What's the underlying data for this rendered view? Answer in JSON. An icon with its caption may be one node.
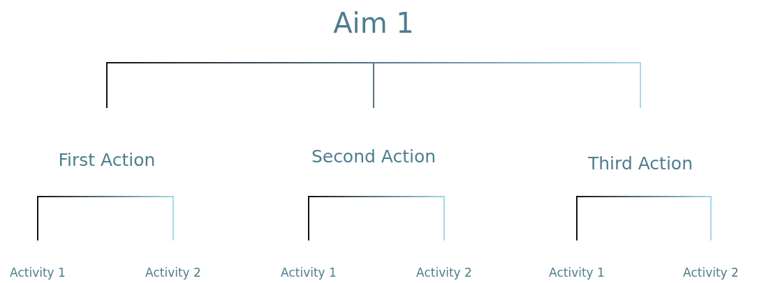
{
  "diagram": {
    "nodes": [
      {
        "text": [
          "Aim 1"
        ]
      },
      {
        "text": [
          "First Action"
        ]
      },
      {
        "text": [
          "Second Action"
        ]
      },
      {
        "text": [
          "Third Action"
        ]
      },
      {
        "text": [
          "Activity 1"
        ]
      },
      {
        "text": [
          "Activity 2"
        ]
      },
      {
        "text": [
          "Activity 1"
        ]
      },
      {
        "text": [
          "Activity 2"
        ]
      },
      {
        "text": [
          "Activity 1"
        ]
      },
      {
        "text": [
          "Activity 2"
        ]
      }
    ],
    "edges": [
      {
        "from": 0,
        "to": 1,
        "arrow": "none"
      },
      {
        "from": 0,
        "to": 2,
        "arrow": "none"
      },
      {
        "from": 0,
        "to": 3,
        "arrow": "none"
      },
      {
        "from": 1,
        "to": 4,
        "arrow": "none"
      },
      {
        "from": 1,
        "to": 5,
        "arrow": "none"
      },
      {
        "from": 2,
        "to": 6,
        "arrow": "none"
      },
      {
        "from": 2,
        "to": 7,
        "arrow": "none"
      },
      {
        "from": 3,
        "to": 8,
        "arrow": "none"
      },
      {
        "from": 3,
        "to": 9,
        "arrow": "none"
      }
    ]
  }
}
